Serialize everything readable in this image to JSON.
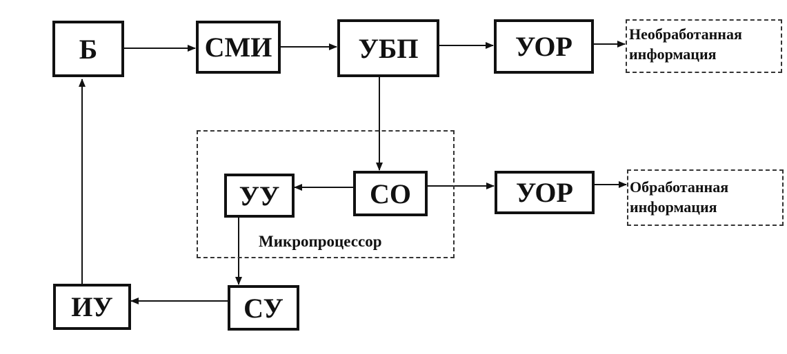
{
  "diagram": {
    "blocks": {
      "b": "Б",
      "smi": "СМИ",
      "ubp": "УБП",
      "uor_top": "УОР",
      "uu": "УУ",
      "so": "СО",
      "uor_bottom": "УОР",
      "iu": "ИУ",
      "su": "СУ"
    },
    "group_label": "Микропроцессор",
    "outputs": {
      "raw_line1": "Необработанная",
      "raw_line2": "информация",
      "processed_line1": "Обработанная",
      "processed_line2": "информация"
    }
  }
}
